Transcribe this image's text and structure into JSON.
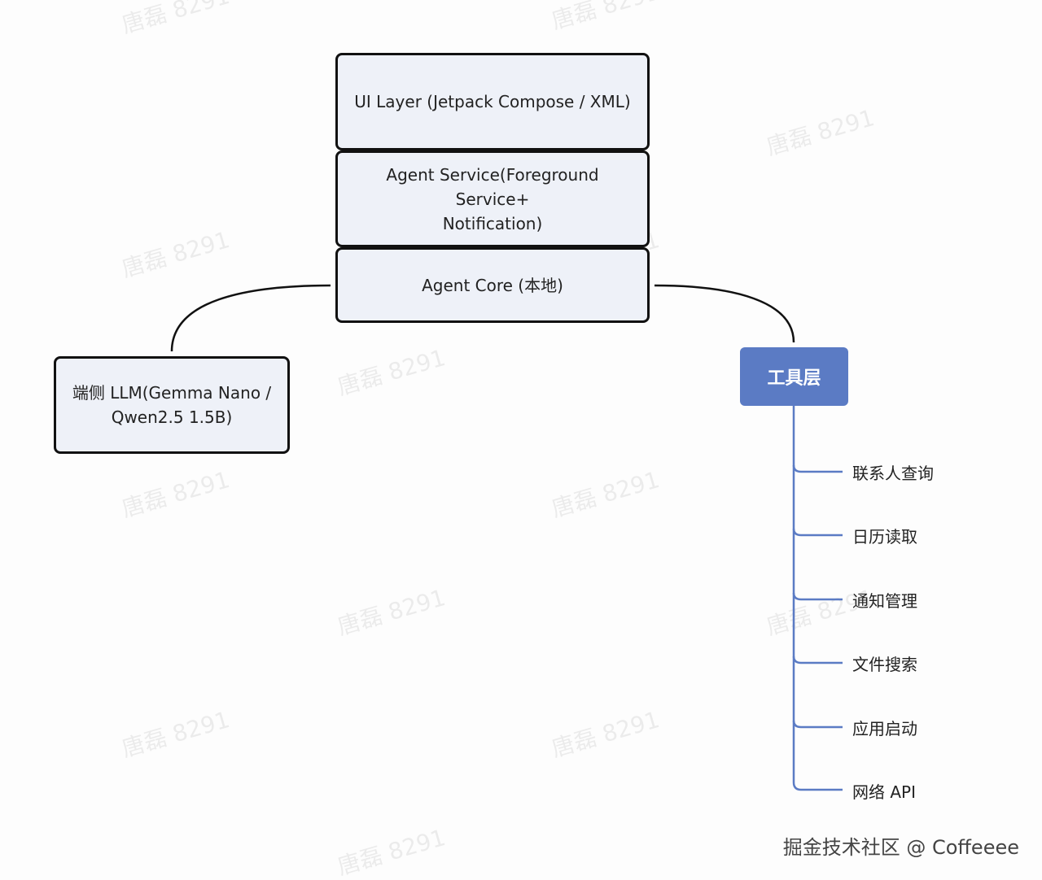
{
  "diagram": {
    "stack": {
      "ui_layer": "UI Layer (Jetpack Compose / XML)",
      "agent_service_line1": "Agent Service(Foreground Service+",
      "agent_service_line2": "Notification)",
      "agent_core": "Agent Core (本地)"
    },
    "llm": {
      "line1": "端侧 LLM(Gemma Nano /",
      "line2": "Qwen2.5 1.5B)"
    },
    "tools": {
      "title": "工具层",
      "items": [
        "联系人查询",
        "日历读取",
        "通知管理",
        "文件搜索",
        "应用启动",
        "网络 API"
      ]
    },
    "colors": {
      "box_fill": "#eef1f8",
      "box_border": "#111111",
      "tool_head": "#5b7bc4",
      "tool_branch": "#5b7bc4"
    }
  },
  "watermark": "唐磊 8291",
  "credit": "掘金技术社区 @ Coffeeee"
}
